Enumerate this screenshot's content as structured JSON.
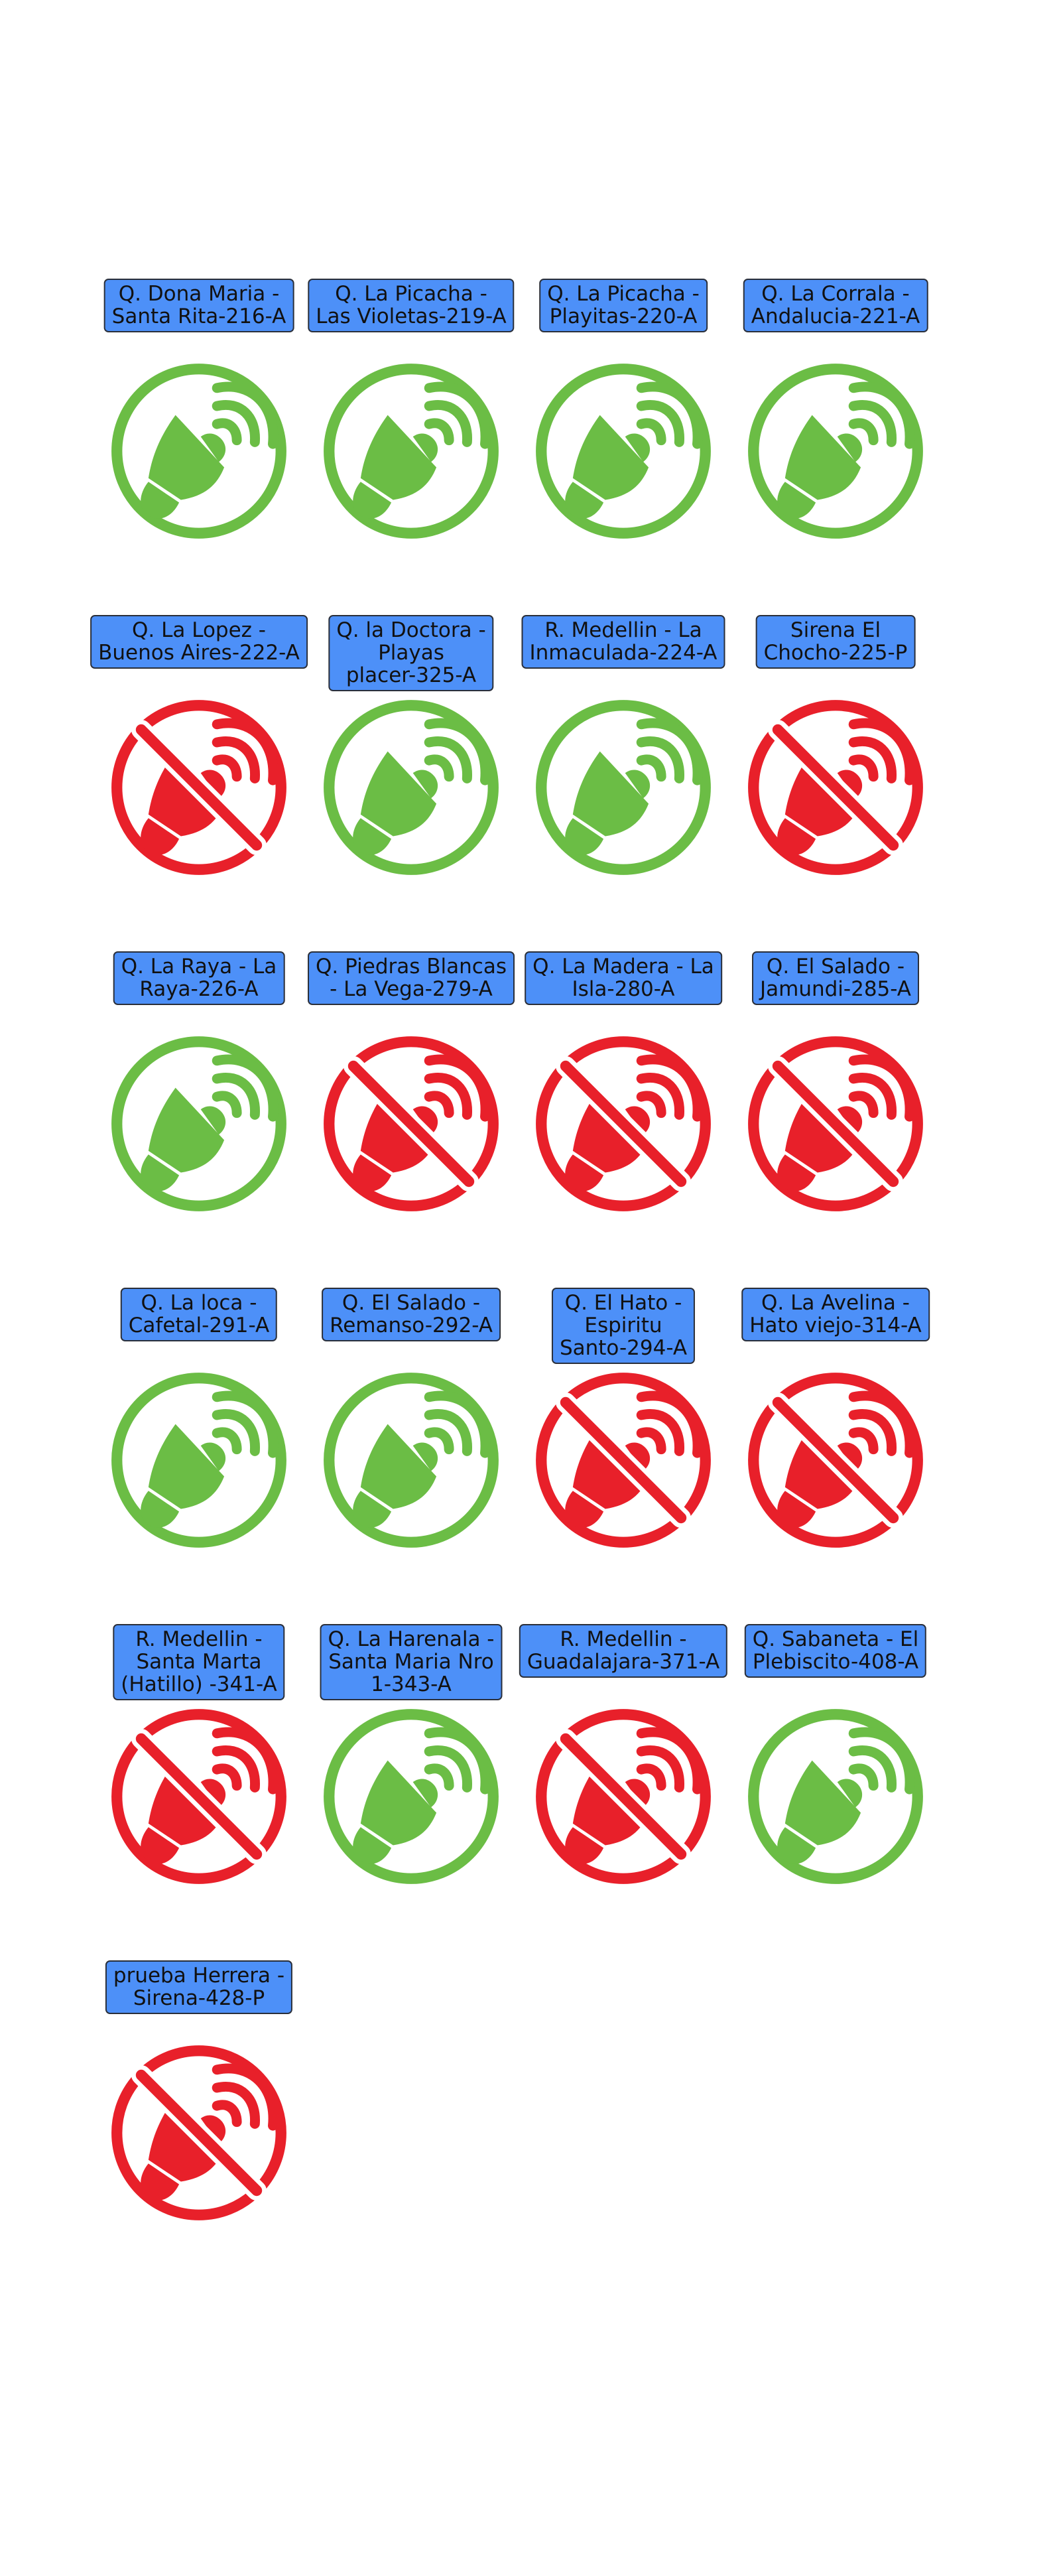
{
  "colors": {
    "active": "#6bbd45",
    "inactive": "#e8202a",
    "label_bg": "#4d90f8",
    "label_border": "#2a2f3a"
  },
  "sirens": [
    {
      "label_lines": [
        "Q. Dona Maria -",
        "Santa Rita-216-A"
      ],
      "status": "active",
      "icon": "siren-active-icon"
    },
    {
      "label_lines": [
        "Q. La Picacha -",
        "Las Violetas-219-A"
      ],
      "status": "active",
      "icon": "siren-active-icon"
    },
    {
      "label_lines": [
        "Q. La Picacha -",
        "Playitas-220-A"
      ],
      "status": "active",
      "icon": "siren-active-icon"
    },
    {
      "label_lines": [
        "Q. La Corrala -",
        "Andalucia-221-A"
      ],
      "status": "active",
      "icon": "siren-active-icon"
    },
    {
      "label_lines": [
        "Q. La Lopez -",
        "Buenos Aires-222-A"
      ],
      "status": "inactive",
      "icon": "siren-disabled-icon"
    },
    {
      "label_lines": [
        "Q. la Doctora -",
        "Playas",
        "placer-325-A"
      ],
      "status": "active",
      "icon": "siren-active-icon"
    },
    {
      "label_lines": [
        "R. Medellin - La",
        "Inmaculada-224-A"
      ],
      "status": "active",
      "icon": "siren-active-icon"
    },
    {
      "label_lines": [
        "Sirena El",
        "Chocho-225-P"
      ],
      "status": "inactive",
      "icon": "siren-disabled-icon"
    },
    {
      "label_lines": [
        "Q. La Raya - La",
        "Raya-226-A"
      ],
      "status": "active",
      "icon": "siren-active-icon"
    },
    {
      "label_lines": [
        "Q. Piedras Blancas",
        "- La Vega-279-A"
      ],
      "status": "inactive",
      "icon": "siren-disabled-icon"
    },
    {
      "label_lines": [
        "Q. La Madera - La",
        "Isla-280-A"
      ],
      "status": "inactive",
      "icon": "siren-disabled-icon"
    },
    {
      "label_lines": [
        "Q. El Salado -",
        "Jamundi-285-A"
      ],
      "status": "inactive",
      "icon": "siren-disabled-icon"
    },
    {
      "label_lines": [
        "Q. La loca -",
        "Cafetal-291-A"
      ],
      "status": "active",
      "icon": "siren-active-icon"
    },
    {
      "label_lines": [
        "Q. El Salado -",
        "Remanso-292-A"
      ],
      "status": "active",
      "icon": "siren-active-icon"
    },
    {
      "label_lines": [
        "Q. El Hato -",
        "Espiritu",
        "Santo-294-A"
      ],
      "status": "inactive",
      "icon": "siren-disabled-icon"
    },
    {
      "label_lines": [
        "Q. La Avelina -",
        "Hato viejo-314-A"
      ],
      "status": "inactive",
      "icon": "siren-disabled-icon"
    },
    {
      "label_lines": [
        "R. Medellin -",
        "Santa Marta",
        "(Hatillo) -341-A"
      ],
      "status": "inactive",
      "icon": "siren-disabled-icon"
    },
    {
      "label_lines": [
        "Q. La Harenala -",
        "Santa Maria Nro",
        "1-343-A"
      ],
      "status": "active",
      "icon": "siren-active-icon"
    },
    {
      "label_lines": [
        "R. Medellin -",
        "Guadalajara-371-A"
      ],
      "status": "inactive",
      "icon": "siren-disabled-icon"
    },
    {
      "label_lines": [
        "Q. Sabaneta - El",
        "Plebiscito-408-A"
      ],
      "status": "active",
      "icon": "siren-active-icon"
    },
    {
      "label_lines": [
        "prueba Herrera -",
        "Sirena-428-P"
      ],
      "status": "inactive",
      "icon": "siren-disabled-icon"
    }
  ]
}
